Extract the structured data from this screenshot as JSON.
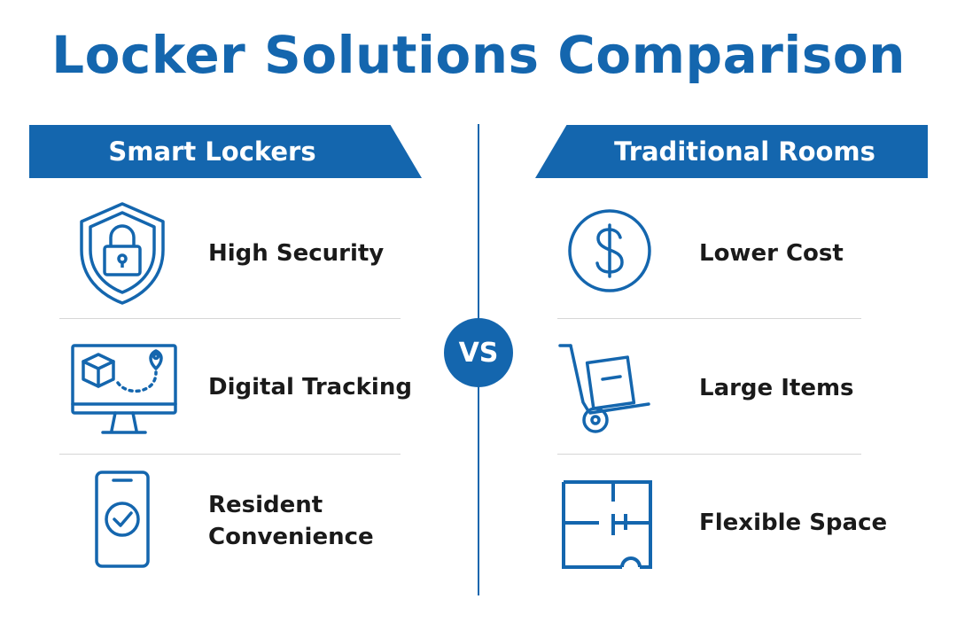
{
  "title": "Locker Solutions Comparison",
  "vs_label": "VS",
  "colors": {
    "accent": "#1466ae",
    "text": "#1a1a1a",
    "separator": "#d6d6d6"
  },
  "left": {
    "heading": "Smart Lockers",
    "items": [
      {
        "label": "High Security",
        "icon": "shield-lock-icon"
      },
      {
        "label": "Digital Tracking",
        "icon": "monitor-tracking-icon"
      },
      {
        "label": "Resident\nConvenience",
        "icon": "phone-check-icon"
      }
    ]
  },
  "right": {
    "heading": "Traditional Rooms",
    "items": [
      {
        "label": "Lower Cost",
        "icon": "dollar-icon"
      },
      {
        "label": "Large Items",
        "icon": "hand-truck-icon"
      },
      {
        "label": "Flexible Space",
        "icon": "floor-plan-icon"
      }
    ]
  }
}
